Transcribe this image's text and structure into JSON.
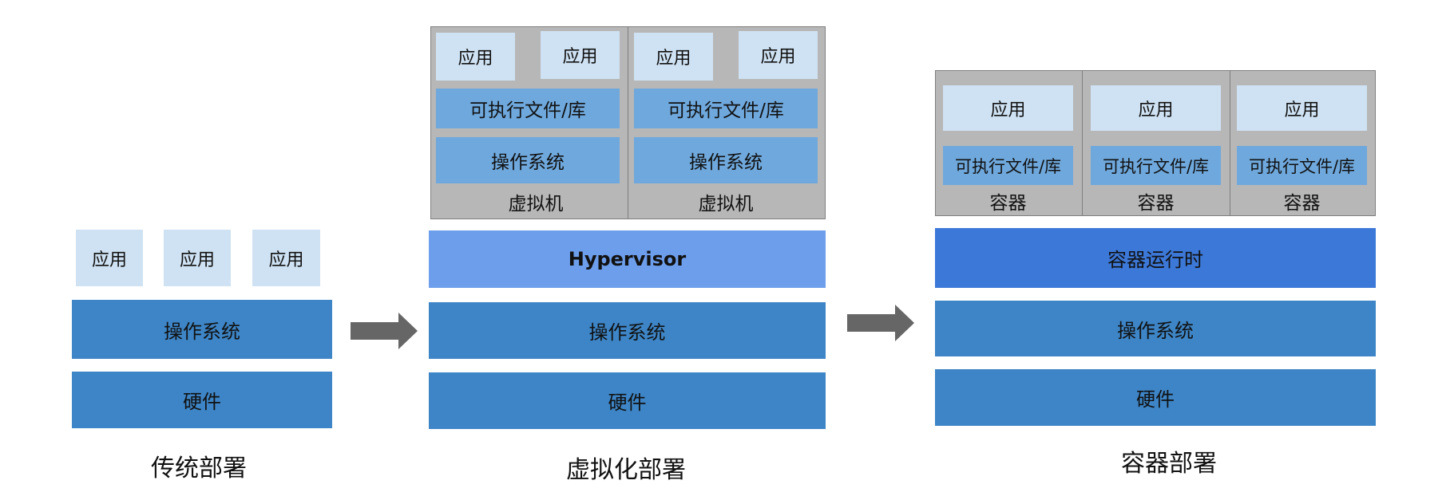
{
  "colors": {
    "app": "#cfe2f3",
    "binaries": "#6fa8dc",
    "layer": "#3d85c6",
    "hypervisor": "#6d9eeb",
    "runtime": "#3c78d8",
    "panel": "#b7b7b7",
    "panel_border": "#7f7f7f",
    "arrow": "#666666"
  },
  "traditional": {
    "apps": [
      "应用",
      "应用",
      "应用"
    ],
    "os": "操作系统",
    "hardware": "硬件",
    "title": "传统部署"
  },
  "virtualization": {
    "vms": [
      {
        "apps": [
          "应用",
          "应用"
        ],
        "binaries": "可执行文件/库",
        "os": "操作系统",
        "label": "虚拟机"
      },
      {
        "apps": [
          "应用",
          "应用"
        ],
        "binaries": "可执行文件/库",
        "os": "操作系统",
        "label": "虚拟机"
      }
    ],
    "hypervisor": "Hypervisor",
    "os": "操作系统",
    "hardware": "硬件",
    "title": "虚拟化部署"
  },
  "containers": {
    "items": [
      {
        "app": "应用",
        "binaries": "可执行文件/库",
        "label": "容器"
      },
      {
        "app": "应用",
        "binaries": "可执行文件/库",
        "label": "容器"
      },
      {
        "app": "应用",
        "binaries": "可执行文件/库",
        "label": "容器"
      }
    ],
    "runtime": "容器运行时",
    "os": "操作系统",
    "hardware": "硬件",
    "title": "容器部署"
  }
}
